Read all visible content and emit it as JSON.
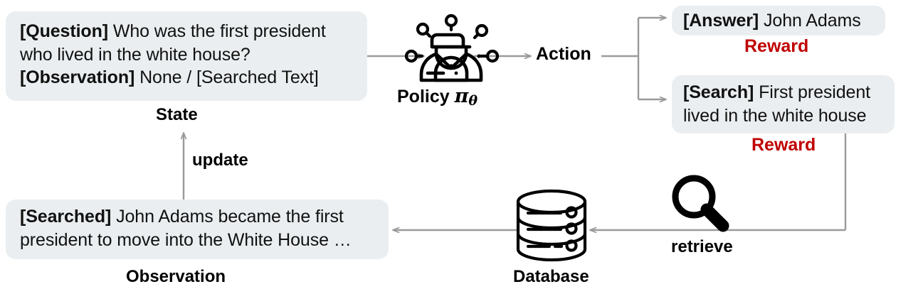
{
  "diagram": {
    "title_absent": true,
    "colors": {
      "box_fill": "#eaeef0",
      "arrow": "#9a9a9a",
      "reward_red": "#c00000",
      "icon_black": "#000000",
      "text": "#111111"
    },
    "state": {
      "question_tag": "[Question]",
      "question_text": "Who was the first president who lived in the white house?",
      "observation_tag": "[Observation]",
      "observation_text": "None / [Searched Text]",
      "caption": "State"
    },
    "policy": {
      "caption_prefix": "Policy",
      "symbol": "π",
      "symbol_subscript": "θ",
      "icon": "agent-policy-icon"
    },
    "action": {
      "label": "Action"
    },
    "answer": {
      "tag": "[Answer]",
      "text": "John Adams",
      "reward_label": "Reward"
    },
    "search": {
      "tag": "[Search]",
      "text": "First president lived in the white house",
      "reward_label": "Reward"
    },
    "retrieve": {
      "label": "retrieve",
      "icon": "magnifier-icon"
    },
    "database": {
      "caption": "Database",
      "icon": "database-icon"
    },
    "observation": {
      "tag": "[Searched]",
      "text": "John Adams became the first president to move into the White House …",
      "caption": "Observation"
    },
    "update": {
      "label": "update"
    }
  }
}
